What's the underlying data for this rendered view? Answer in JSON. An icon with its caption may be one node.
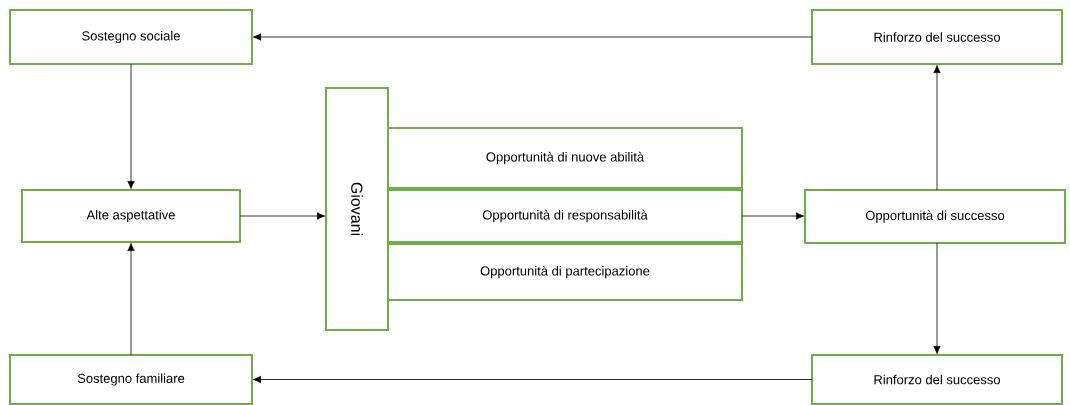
{
  "diagram": {
    "nodes": [
      {
        "text": [
          "Sostegno sociale"
        ]
      },
      {
        "text": [
          "Rinforzo del successo"
        ]
      },
      {
        "text": [
          "Alte aspettative"
        ]
      },
      {
        "text": [
          "Giovani"
        ]
      },
      {
        "text": [
          "Opportunità di nuove abilità"
        ]
      },
      {
        "text": [
          "Opportunità di responsabilità"
        ]
      },
      {
        "text": [
          "Opportunità di partecipazione"
        ]
      },
      {
        "text": [
          "Opportunità di successo"
        ]
      },
      {
        "text": [
          "Sostegno familiare"
        ]
      },
      {
        "text": [
          "Rinforzo del successo"
        ]
      }
    ],
    "edges": [
      {
        "from": 1,
        "to": 0,
        "arrow": "to"
      },
      {
        "from": 0,
        "to": 2,
        "arrow": "to"
      },
      {
        "from": 8,
        "to": 2,
        "arrow": "to"
      },
      {
        "from": 2,
        "to": 3,
        "arrow": "to"
      },
      {
        "from": 5,
        "to": 7,
        "arrow": "to"
      },
      {
        "from": 7,
        "to": 1,
        "arrow": "to"
      },
      {
        "from": 7,
        "to": 9,
        "arrow": "to"
      },
      {
        "from": 9,
        "to": 8,
        "arrow": "to"
      }
    ]
  }
}
